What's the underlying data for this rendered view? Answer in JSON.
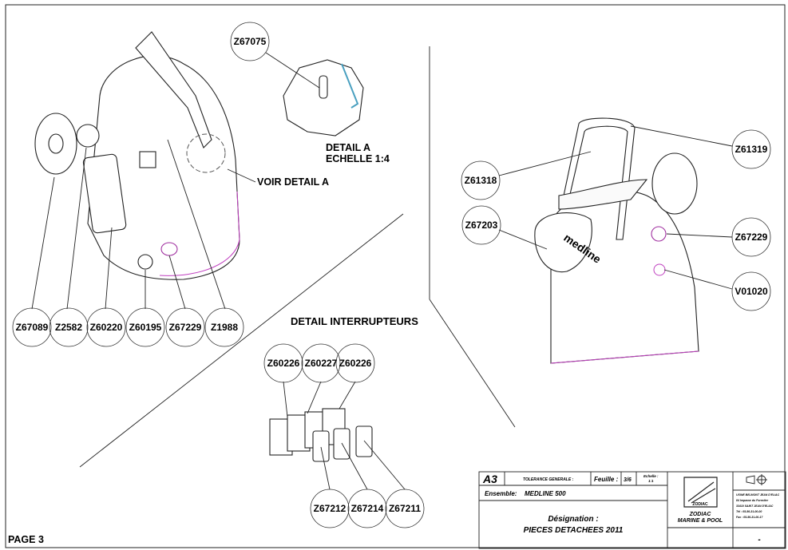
{
  "page_label": "PAGE 3",
  "detail_a": {
    "balloon": "Z67075",
    "title": "DETAIL A",
    "scale": "ECHELLE 1:4",
    "callout": "VOIR DETAIL A"
  },
  "left_view_balloons": [
    "Z67089",
    "Z2582",
    "Z60220",
    "Z60195",
    "Z67229",
    "Z1988"
  ],
  "right_view_balloons": {
    "a": "Z61319",
    "b": "Z61318",
    "c": "Z67203",
    "d": "Z67229",
    "e": "V01020"
  },
  "brand_on_part": "medline",
  "switch_detail": {
    "title": "DETAIL  INTERRUPTEURS",
    "top_balloons": [
      "Z60226",
      "Z60227",
      "Z60226"
    ],
    "bottom_balloons": [
      "Z67212",
      "Z67214",
      "Z67211"
    ]
  },
  "title_block": {
    "format": "A3",
    "tolerance_label": "TOLERANCE GENERALE :",
    "sheet_label": "Feuille :",
    "sheet_value": "3/6",
    "scale_label": "Echelle :",
    "scale_value": "1:1",
    "ensemble_label": "Ensemble:",
    "ensemble_value": "MEDLINE 500",
    "designation_label": "Désignation :",
    "designation_value": "PIECES DETACHEES 2011",
    "company_logo": "ZODIAC",
    "company_line1": "ZODIAC",
    "company_line2": "MARINE & POOL",
    "address": [
      "USINE BELMONT JEAN D'ELIAC",
      "84 Impasse du Forestier",
      "33410 SAINT JEAN D'ELIAC",
      "Tél : 05-56-31-00-00",
      "Fax : 05-56-31-00-17"
    ],
    "revision": "-"
  },
  "colors": {
    "accent_outline": "#c040c0"
  }
}
